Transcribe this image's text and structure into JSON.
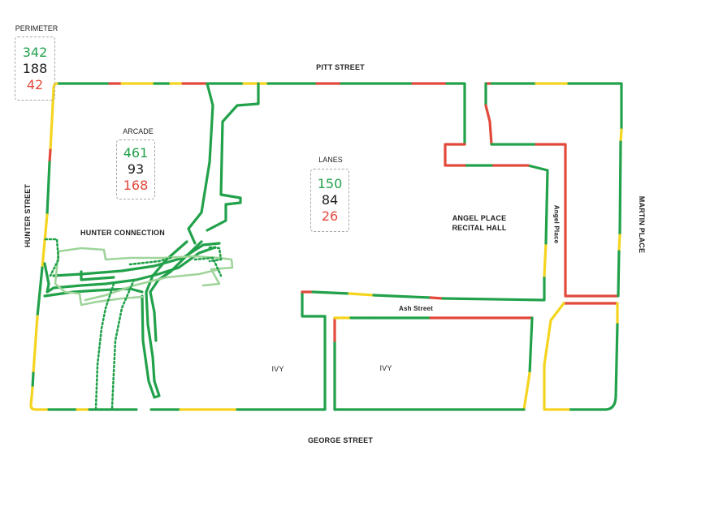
{
  "colors": {
    "good": "#21a14a",
    "moderate": "#f5d41f",
    "poor": "#e2493b",
    "secondary_path": "#9fd49a"
  },
  "streets": {
    "top": "PITT STREET",
    "bottom": "GEORGE STREET",
    "left": "HUNTER STREET",
    "right": "MARTIN PLACE"
  },
  "places": {
    "hunter_connection": "HUNTER CONNECTION",
    "angel_place_hall_line1": "ANGEL PLACE",
    "angel_place_hall_line2": "RECITAL HALL",
    "angel_place_lane": "Angel Place",
    "ash_street": "Ash Street",
    "ivy_left": "IVY",
    "ivy_right": "IVY"
  },
  "zones": [
    {
      "title": "PERIMETER",
      "green": "342",
      "black": "188",
      "red": "42"
    },
    {
      "title": "ARCADE",
      "green": "461",
      "black": "93",
      "red": "168"
    },
    {
      "title": "LANES",
      "green": "150",
      "black": "84",
      "red": "26"
    }
  ]
}
